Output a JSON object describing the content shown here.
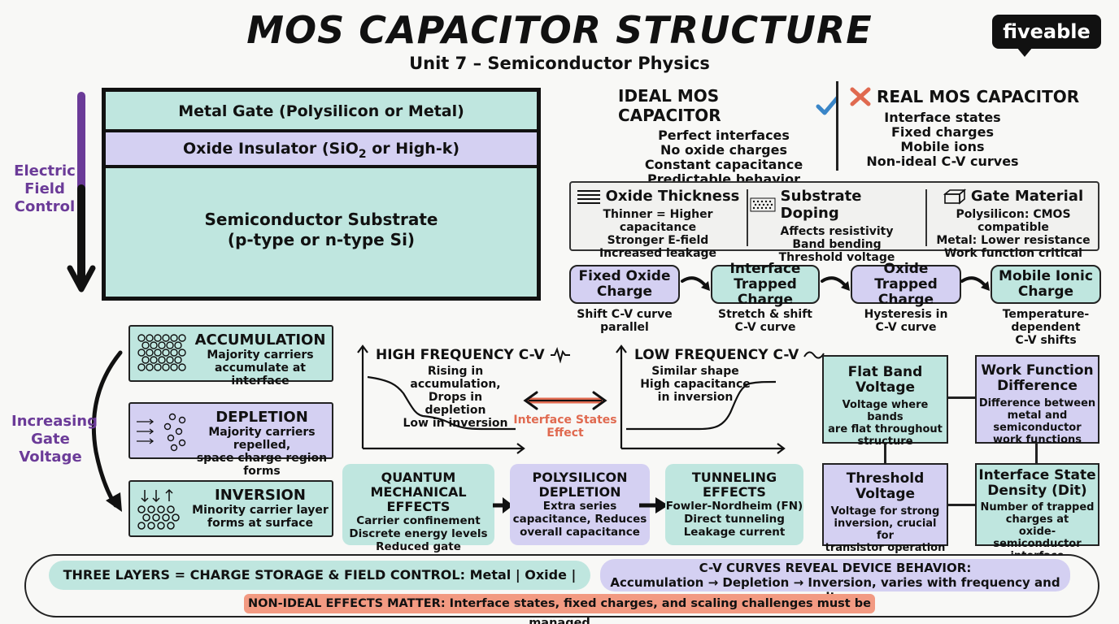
{
  "title": "MOS CAPACITOR STRUCTURE",
  "subtitle": "Unit 7 – Semiconductor Physics",
  "logo": "fiveable",
  "stack": {
    "gate": "Metal Gate (Polysilicon or Metal)",
    "oxide_pre": "Oxide Insulator (SiO",
    "oxide_sub": "2",
    "oxide_post": " or High-k)",
    "substrate_1": "Semiconductor Substrate",
    "substrate_2": "(p-type or n-type Si)",
    "side_label": [
      "Electric",
      "Field",
      "Control"
    ]
  },
  "ideal": {
    "heading": "IDEAL MOS CAPACITOR",
    "items": [
      "Perfect interfaces",
      "No oxide charges",
      "Constant capacitance",
      "Predictable behavior"
    ]
  },
  "real": {
    "heading": "REAL MOS CAPACITOR",
    "items": [
      "Interface states",
      "Fixed charges",
      "Mobile ions",
      "Non-ideal C-V curves"
    ]
  },
  "params": [
    {
      "heading": "Oxide Thickness",
      "icon": "lines-icon",
      "items": [
        "Thinner = Higher capacitance",
        "Stronger E-field",
        "Increased leakage"
      ]
    },
    {
      "heading": "Substrate Doping",
      "icon": "dots-icon",
      "items": [
        "Affects resistivity",
        "Band bending",
        "Threshold voltage"
      ]
    },
    {
      "heading": "Gate Material",
      "icon": "block-icon",
      "items": [
        "Polysilicon: CMOS compatible",
        "Metal: Lower resistance",
        "Work function critical"
      ]
    }
  ],
  "charges": [
    {
      "l1": "Fixed Oxide",
      "l2": "Charge",
      "c1": "Shift C-V curve",
      "c2": "parallel"
    },
    {
      "l1": "Interface",
      "l2": "Trapped Charge",
      "c1": "Stretch & shift",
      "c2": "C-V curve"
    },
    {
      "l1": "Oxide Trapped",
      "l2": "Charge",
      "c1": "Hysteresis in",
      "c2": "C-V curve"
    },
    {
      "l1": "Mobile Ionic",
      "l2": "Charge",
      "c1": "Temperature-dependent",
      "c2": "C-V shifts"
    }
  ],
  "regimes": {
    "side_label": [
      "Increasing",
      "Gate",
      "Voltage"
    ],
    "items": [
      {
        "heading": "ACCUMULATION",
        "l1": "Majority carriers",
        "l2": "accumulate at interface"
      },
      {
        "heading": "DEPLETION",
        "l1": "Majority carriers repelled,",
        "l2": "space charge region forms"
      },
      {
        "heading": "INVERSION",
        "l1": "Minority carrier layer",
        "l2": "forms at surface"
      }
    ]
  },
  "cv": {
    "hf": {
      "heading": "HIGH FREQUENCY C-V",
      "items": [
        "Rising in accumulation,",
        "Drops in depletion",
        "Low in inversion"
      ]
    },
    "lf": {
      "heading": "LOW FREQUENCY C-V",
      "items": [
        "Similar shape",
        "High capacitance",
        "in inversion"
      ]
    },
    "link": [
      "Interface States",
      "Effect"
    ],
    "link_color": "#e06a50"
  },
  "effects": [
    {
      "h1": "QUANTUM",
      "h2": "MECHANICAL EFFECTS",
      "items": [
        "Carrier confinement",
        "Discrete energy levels",
        "Reduced gate capacitance"
      ]
    },
    {
      "h1": "POLYSILICON",
      "h2": "DEPLETION",
      "items": [
        "Extra series",
        "capacitance, Reduces",
        "overall capacitance"
      ]
    },
    {
      "h1": "TUNNELING",
      "h2": "EFFECTS",
      "items": [
        "Fowler-Nordheim (FN)",
        "Direct tunneling",
        "Leakage current"
      ]
    }
  ],
  "grid": [
    {
      "h1": "Flat Band",
      "h2": "Voltage",
      "items": [
        "Voltage where bands",
        "are flat throughout",
        "structure"
      ]
    },
    {
      "h1": "Work Function",
      "h2": "Difference",
      "items": [
        "Difference between",
        "metal and semiconductor",
        "work functions"
      ]
    },
    {
      "h1": "Threshold",
      "h2": "Voltage",
      "items": [
        "Voltage for strong",
        "inversion, crucial for",
        "transistor operation"
      ]
    },
    {
      "h1": "Interface State",
      "h2": "Density (Dit)",
      "items": [
        "Number of trapped",
        "charges at",
        "oxide-semiconductor",
        "interface"
      ]
    }
  ],
  "bottom": {
    "left_bold": "THREE LAYERS = CHARGE STORAGE & FIELD CONTROL:",
    "left_rest": " Metal | Oxide | Semiconductor",
    "right_1": "C-V CURVES REVEAL DEVICE BEHAVIOR:",
    "right_2": "Accumulation → Depletion → Inversion, varies with frequency and voltage",
    "mid_bold": "NON-IDEAL EFFECTS MATTER:",
    "mid_rest": " Interface states, fixed charges, and scaling challenges must be managed"
  },
  "colors": {
    "teal": "#bfe6df",
    "lavender": "#d4d0f2",
    "purple": "#6b3b98",
    "check": "#3a86c8",
    "cross": "#e06a50",
    "banner_red": "#f29a82"
  }
}
